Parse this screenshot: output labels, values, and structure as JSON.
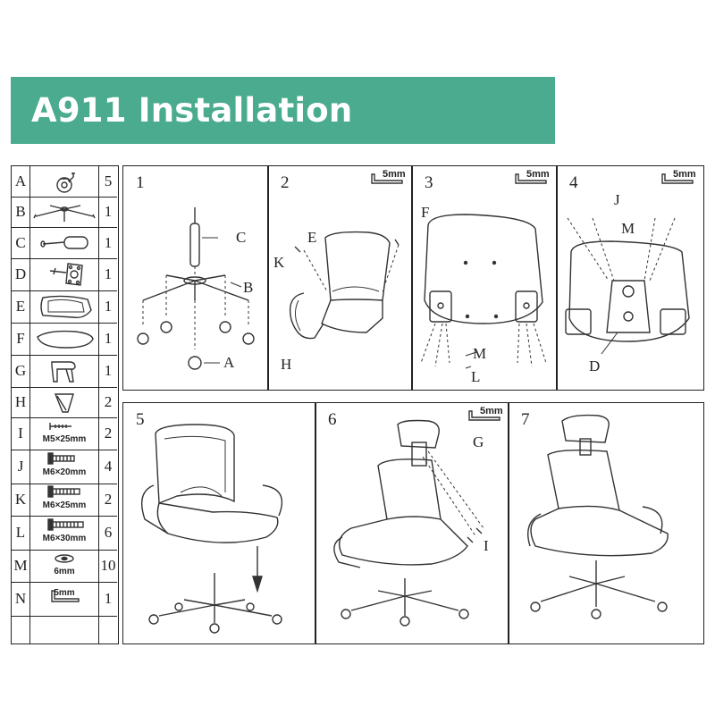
{
  "title": "A911 Installation Instructions",
  "parts": [
    {
      "letter": "A",
      "qty": "5",
      "icon": "caster-wheel-icon"
    },
    {
      "letter": "B",
      "qty": "1",
      "icon": "base-icon"
    },
    {
      "letter": "C",
      "qty": "1",
      "icon": "gas-lift-icon"
    },
    {
      "letter": "D",
      "qty": "1",
      "icon": "mechanism-icon"
    },
    {
      "letter": "E",
      "qty": "1",
      "icon": "backrest-icon"
    },
    {
      "letter": "F",
      "qty": "1",
      "icon": "seat-icon"
    },
    {
      "letter": "G",
      "qty": "1",
      "icon": "headrest-bracket-icon"
    },
    {
      "letter": "H",
      "qty": "2",
      "icon": "armrest-icon"
    },
    {
      "letter": "I",
      "qty": "2",
      "icon": "screw-icon",
      "label": "M5×25mm"
    },
    {
      "letter": "J",
      "qty": "4",
      "icon": "screw-icon",
      "label": "M6×20mm"
    },
    {
      "letter": "K",
      "qty": "2",
      "icon": "screw-icon",
      "label": "M6×25mm"
    },
    {
      "letter": "L",
      "qty": "6",
      "icon": "screw-icon",
      "label": "M6×30mm"
    },
    {
      "letter": "M",
      "qty": "10",
      "icon": "washer-icon",
      "label": "6mm"
    },
    {
      "letter": "N",
      "qty": "1",
      "icon": "allen-wrench-icon",
      "label": "5mm"
    },
    {
      "letter": "",
      "qty": "",
      "icon": ""
    }
  ],
  "steps": [
    {
      "num": "1",
      "labels": {
        "C": "C",
        "B": "B",
        "A": "A"
      }
    },
    {
      "num": "2",
      "wrench": "5mm",
      "labels": {
        "E": "E",
        "K": "K",
        "H": "H"
      }
    },
    {
      "num": "3",
      "wrench": "5mm",
      "labels": {
        "F": "F",
        "M": "M",
        "L": "L"
      }
    },
    {
      "num": "4",
      "wrench": "5mm",
      "labels": {
        "J": "J",
        "M": "M",
        "D": "D"
      }
    },
    {
      "num": "5"
    },
    {
      "num": "6",
      "wrench": "5mm",
      "labels": {
        "G": "G",
        "I": "I"
      }
    },
    {
      "num": "7"
    }
  ]
}
